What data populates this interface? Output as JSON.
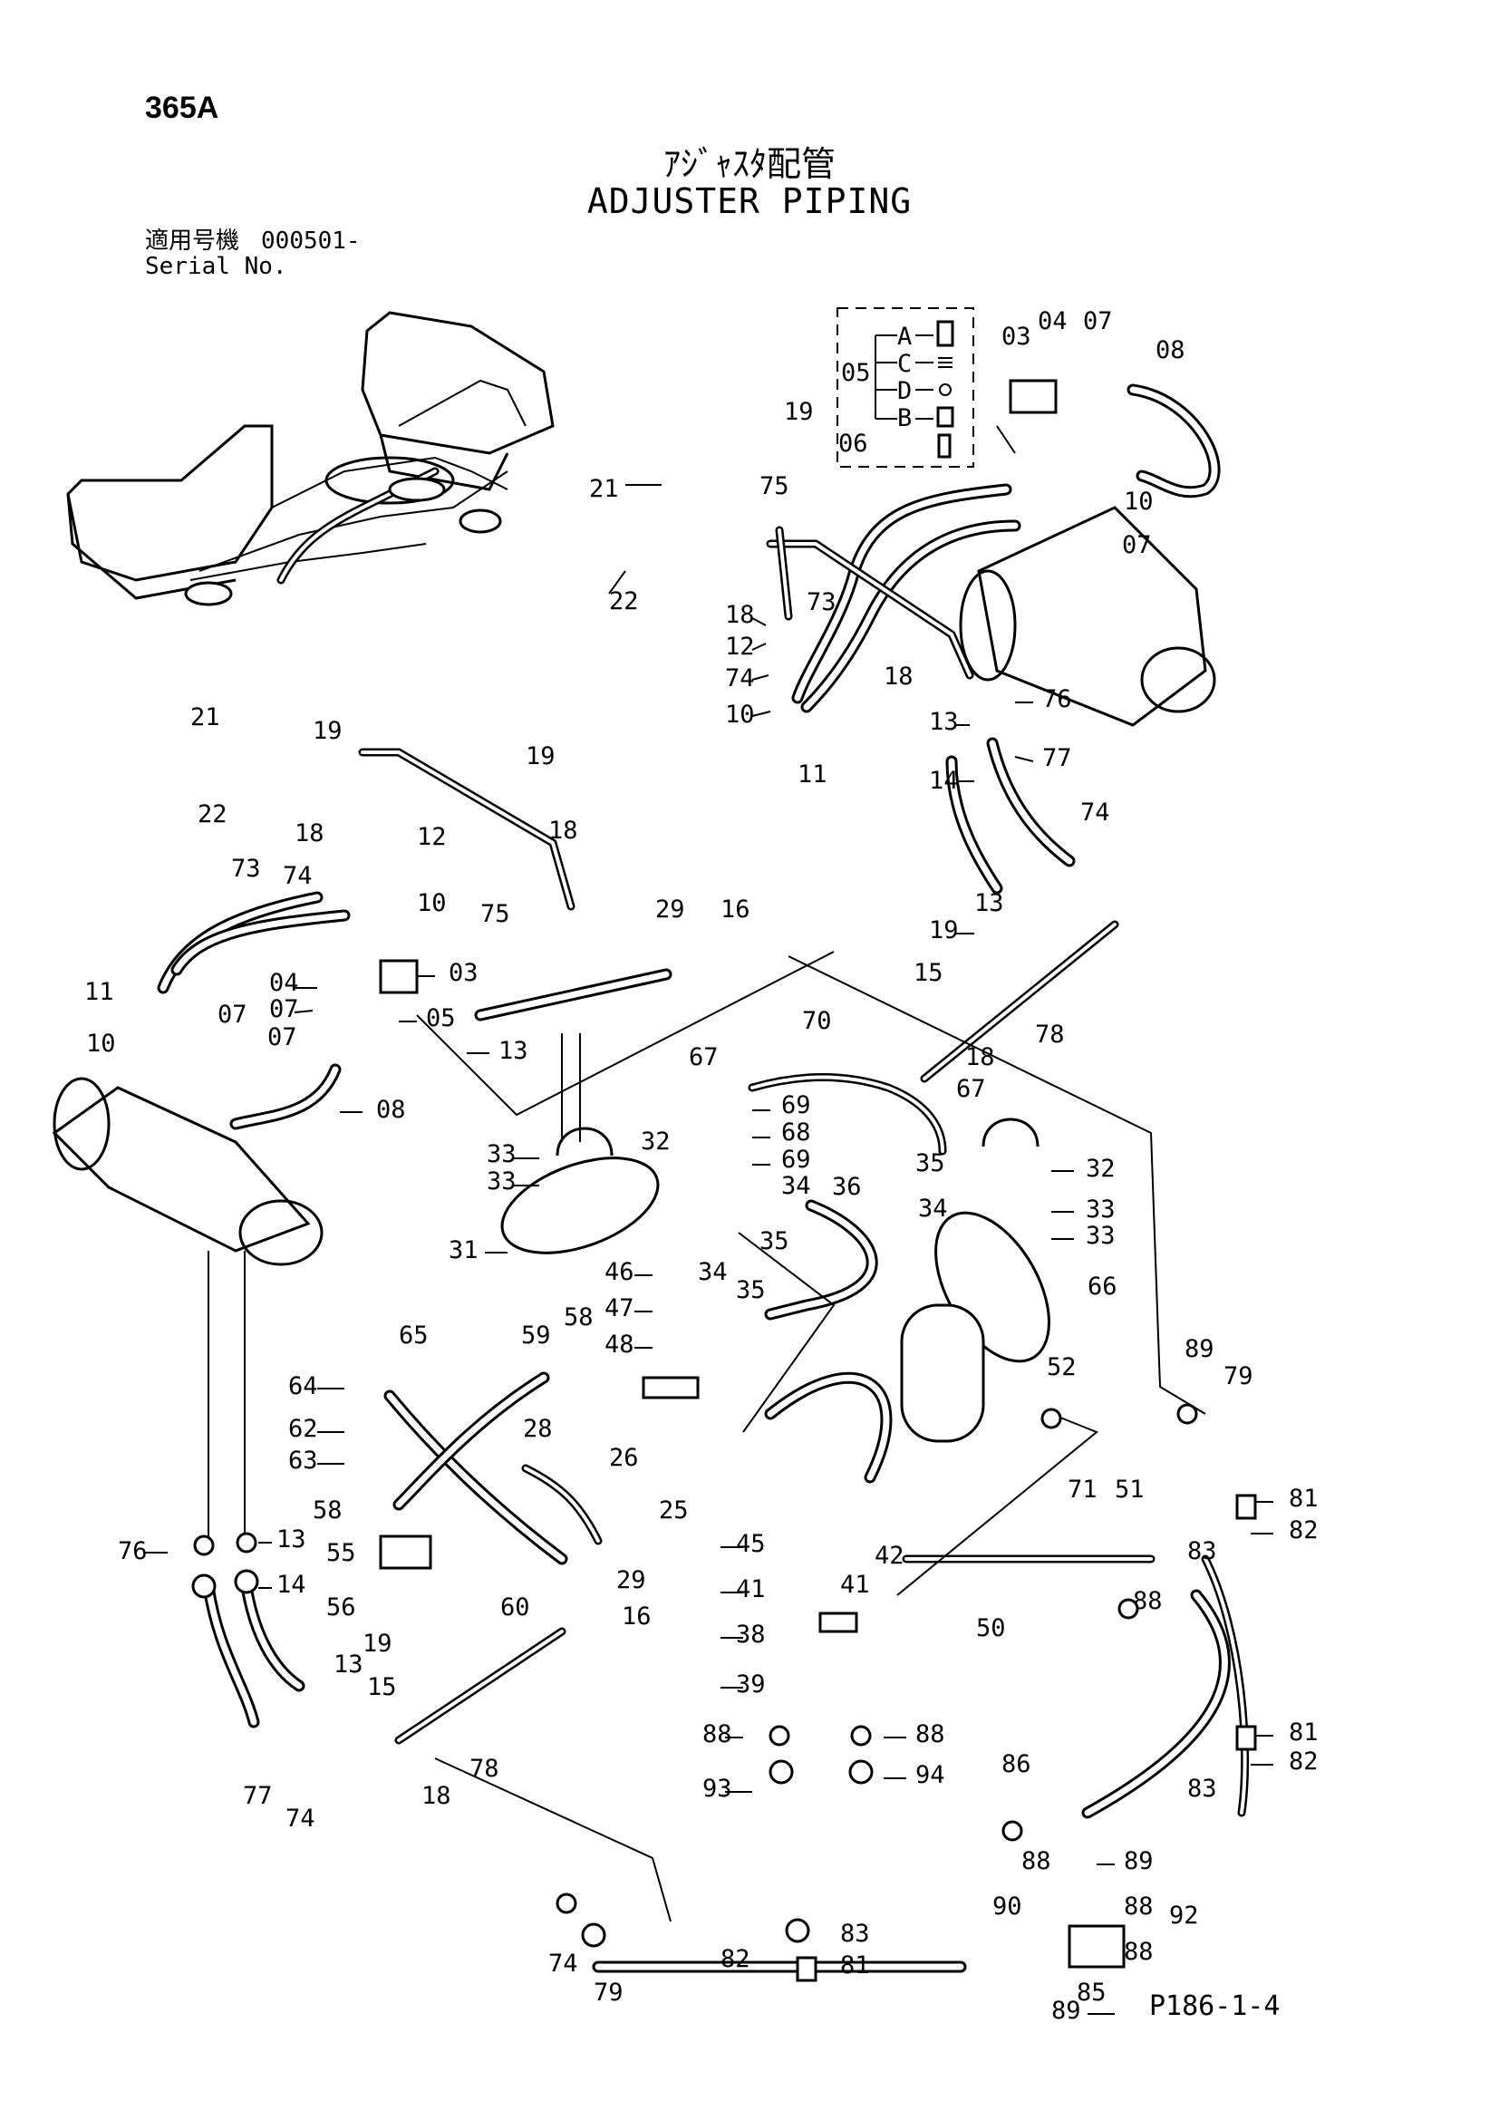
{
  "header": {
    "page_code": "365A",
    "title_jp": "ｱｼﾞｬｽﾀ配管",
    "title_en": "ADJUSTER PIPING",
    "serial_label_jp": "適用号機",
    "serial_value": "000501-",
    "serial_label_en": "Serial No."
  },
  "footer": {
    "page_ref": "P186-1-4"
  },
  "legend_box": {
    "group_number": "05",
    "items": [
      {
        "letter": "A"
      },
      {
        "letter": "C"
      },
      {
        "letter": "D"
      },
      {
        "letter": "B"
      }
    ]
  },
  "part_callouts": [
    "03",
    "04",
    "07",
    "08",
    "05",
    "06",
    "19",
    "21",
    "75",
    "10",
    "07",
    "22",
    "18",
    "12",
    "73",
    "74",
    "10",
    "11",
    "18",
    "13",
    "76",
    "14",
    "77",
    "74",
    "13",
    "19",
    "15",
    "18",
    "78",
    "21",
    "19",
    "22",
    "19",
    "18",
    "12",
    "18",
    "73",
    "74",
    "10",
    "75",
    "11",
    "04",
    "03",
    "07",
    "05",
    "07",
    "10",
    "07",
    "08",
    "13",
    "29",
    "16",
    "32",
    "33",
    "33",
    "31",
    "67",
    "69",
    "68",
    "69",
    "34",
    "35",
    "70",
    "67",
    "35",
    "34",
    "32",
    "33",
    "33",
    "36",
    "66",
    "46",
    "34",
    "35",
    "47",
    "48",
    "58",
    "59",
    "65",
    "64",
    "62",
    "63",
    "28",
    "26",
    "25",
    "58",
    "55",
    "56",
    "60",
    "29",
    "16",
    "52",
    "89",
    "79",
    "71",
    "51",
    "81",
    "83",
    "82",
    "45",
    "41",
    "41",
    "42",
    "38",
    "39",
    "50",
    "88",
    "76",
    "13",
    "14",
    "19",
    "13",
    "15",
    "77",
    "74",
    "18",
    "78",
    "88",
    "88",
    "93",
    "94",
    "86",
    "88",
    "89",
    "81",
    "83",
    "82",
    "74",
    "79",
    "82",
    "83",
    "81",
    "90",
    "88",
    "85",
    "89",
    "88",
    "92"
  ]
}
